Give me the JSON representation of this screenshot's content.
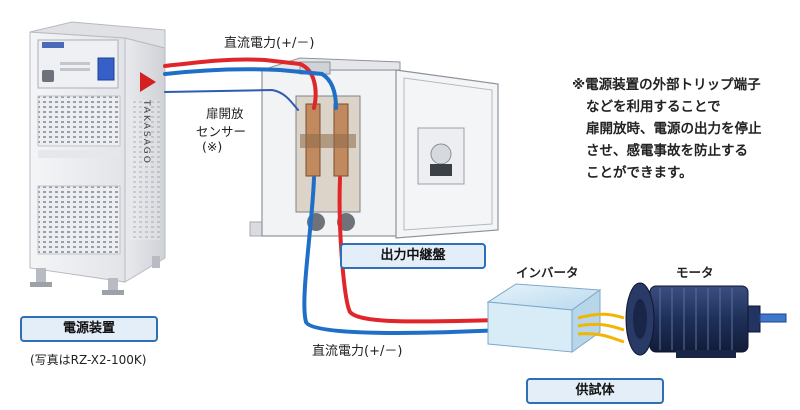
{
  "labels": {
    "dc_power_top": "直流電力(+/－)",
    "dc_power_bottom": "直流電力(+/－)",
    "door_sensor_line1": "扉開放",
    "door_sensor_line2": "センサー",
    "door_sensor_line3": "(※)",
    "output_relay_panel": "出力中継盤",
    "power_supply": "電源装置",
    "photo_caption": "(写真はRZ-X2-100K)",
    "inverter": "インバータ",
    "motor": "モータ",
    "device_under_test": "供試体",
    "brand": "TAKASAGO"
  },
  "note": {
    "lines": [
      "※電源装置の外部トリップ端子",
      "などを利用することで",
      "扉開放時、電源の出力を停止",
      "させ、感電事故を防止する",
      "ことができます。"
    ]
  },
  "colors": {
    "positive_cable": "#e0262b",
    "negative_cable": "#1f6fc8",
    "label_border": "#2f6fb5",
    "label_fill": "#e4eef8",
    "motor_body": "#1e2f59",
    "inverter_body": "#cfe6f5"
  }
}
